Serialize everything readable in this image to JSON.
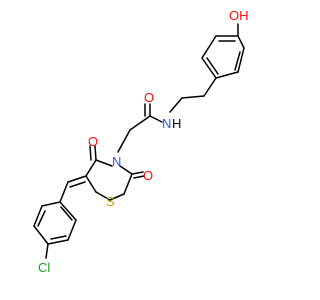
{
  "molecule": {
    "atoms": {
      "hydroxyl": "OH",
      "amide_oxygen": "O",
      "amide_nitrogen": "N",
      "amide_hydrogen": "H",
      "ring_nitrogen": "N",
      "carbonyl_oxygen_4": "O",
      "carbonyl_oxygen_2": "O",
      "ring_sulfur": "S",
      "chlorine": "Cl"
    },
    "colors": {
      "bond": "#000000",
      "oxygen": "#ff0d0d",
      "nitrogen": "#3050f8",
      "sulfur": "#c8a000",
      "chlorine": "#1fa01f"
    }
  }
}
